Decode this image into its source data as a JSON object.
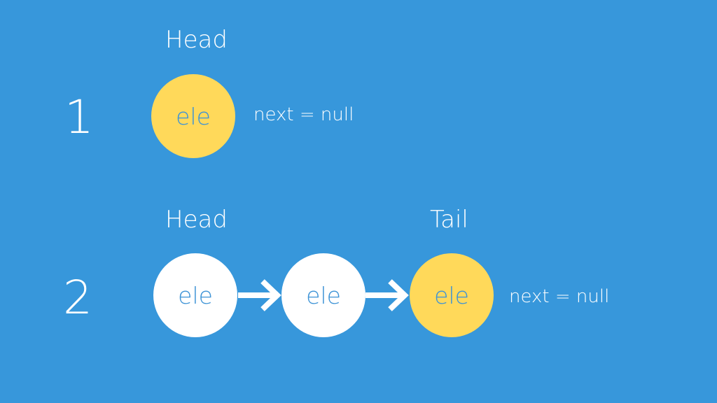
{
  "colors": {
    "background": "#3797db",
    "tail_node": "#ffd95a",
    "inner_node": "#ffffff",
    "node_text": "#3d93d6",
    "text": "#ffffff"
  },
  "diagram": {
    "row1": {
      "number": "1",
      "head_label": "Head",
      "node_text": "ele",
      "next_label": "next = null"
    },
    "row2": {
      "number": "2",
      "head_label": "Head",
      "tail_label": "Tail",
      "nodes": [
        {
          "text": "ele",
          "kind": "inner"
        },
        {
          "text": "ele",
          "kind": "inner"
        },
        {
          "text": "ele",
          "kind": "tail"
        }
      ],
      "next_label": "next = null"
    }
  }
}
